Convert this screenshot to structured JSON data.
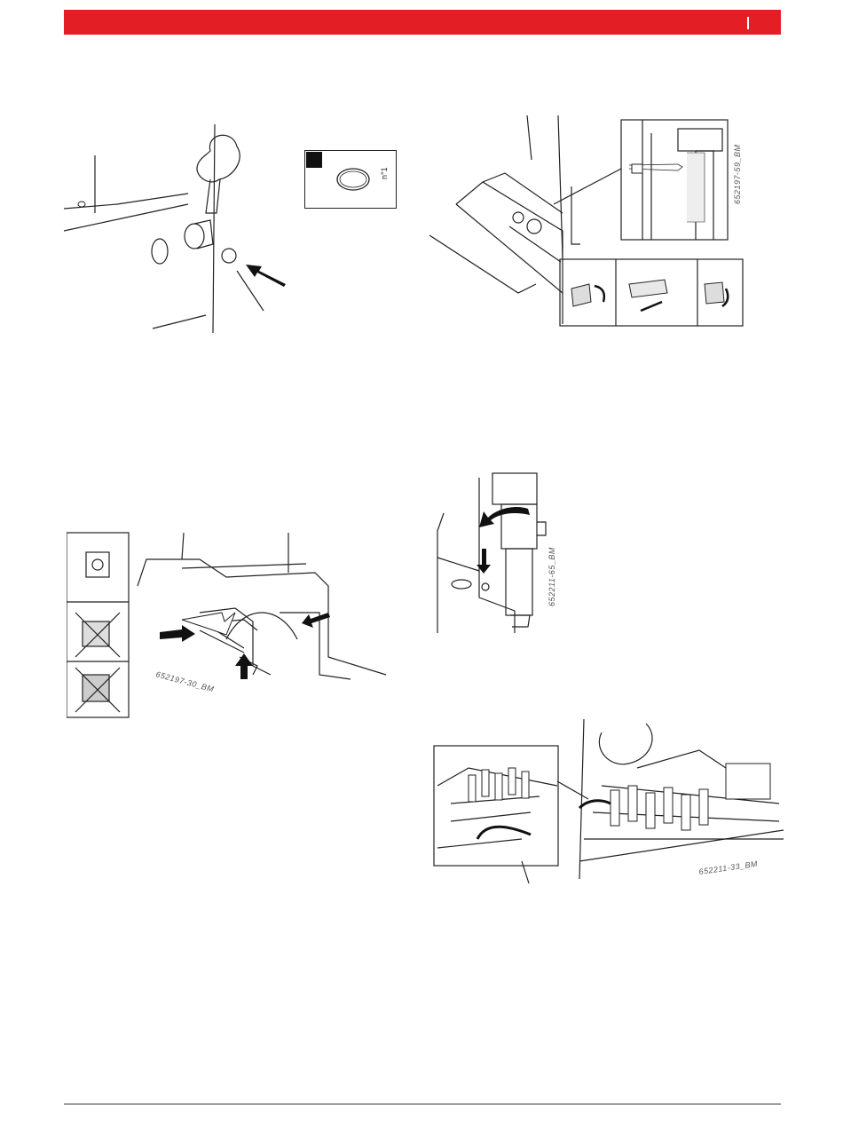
{
  "header": {
    "accent_color": "#e31e24"
  },
  "figures": {
    "fig1": {
      "kit_label": "n°1"
    },
    "fig2": {
      "code": "652197-59_BM"
    },
    "fig3": {
      "code": "652197-30_BM"
    },
    "fig4": {
      "code": "652211-65_BM"
    },
    "fig5": {
      "code": "652211-33_BM"
    }
  }
}
